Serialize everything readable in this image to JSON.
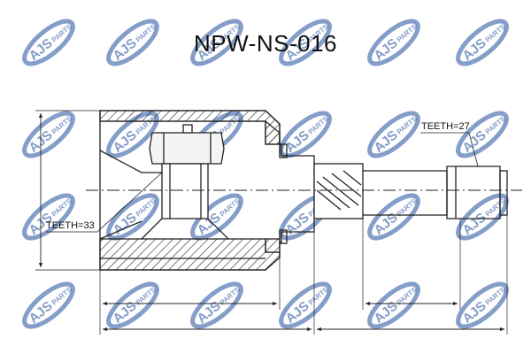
{
  "part_number": "NPW-NS-016",
  "watermark": {
    "text": "AJS PARTS",
    "color": "#1f4e9c"
  },
  "labels": {
    "outer_teeth": "TEETH=33",
    "shaft_teeth": "TEETH=27"
  }
}
